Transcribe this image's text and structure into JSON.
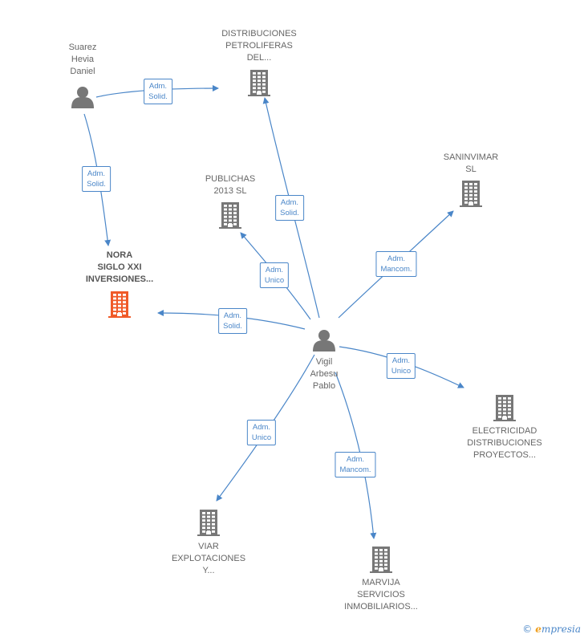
{
  "colors": {
    "edge": "#4a86c8",
    "node": "#777777",
    "focus_node": "#f05a28"
  },
  "icons": {
    "person": "person-icon",
    "company": "building-icon"
  },
  "nodes": [
    {
      "id": "suarez",
      "kind": "person",
      "label": [
        "Suarez",
        "Hevia",
        "Daniel"
      ]
    },
    {
      "id": "vigil",
      "kind": "person",
      "label": [
        "Vigil",
        "Arbesu",
        "Pablo"
      ]
    },
    {
      "id": "distribuciones",
      "kind": "company",
      "label": [
        "DISTRIBUCIONES",
        "PETROLIFERAS",
        "DEL..."
      ]
    },
    {
      "id": "publichas",
      "kind": "company",
      "label": [
        "PUBLICHAS",
        "2013  SL"
      ]
    },
    {
      "id": "saninvimar",
      "kind": "company",
      "label": [
        "SANINVIMAR",
        "SL"
      ]
    },
    {
      "id": "nora",
      "kind": "company",
      "focus": true,
      "label": [
        "NORA",
        "SIGLO XXI",
        "INVERSIONES..."
      ]
    },
    {
      "id": "electricidad",
      "kind": "company",
      "label": [
        "ELECTRICIDAD",
        "DISTRIBUCIONES",
        "PROYECTOS..."
      ]
    },
    {
      "id": "viar",
      "kind": "company",
      "label": [
        "VIAR",
        "EXPLOTACIONES",
        "Y..."
      ]
    },
    {
      "id": "marvija",
      "kind": "company",
      "label": [
        "MARVIJA",
        "SERVICIOS",
        "INMOBILIARIOS..."
      ]
    }
  ],
  "edges": [
    {
      "from": "suarez",
      "to": "distribuciones",
      "label": [
        "Adm.",
        "Solid."
      ]
    },
    {
      "from": "suarez",
      "to": "nora",
      "label": [
        "Adm.",
        "Solid."
      ]
    },
    {
      "from": "vigil",
      "to": "distribuciones",
      "label": [
        "Adm.",
        "Solid."
      ]
    },
    {
      "from": "vigil",
      "to": "publichas",
      "label": [
        "Adm.",
        "Unico"
      ]
    },
    {
      "from": "vigil",
      "to": "saninvimar",
      "label": [
        "Adm.",
        "Mancom."
      ]
    },
    {
      "from": "vigil",
      "to": "nora",
      "label": [
        "Adm.",
        "Solid."
      ]
    },
    {
      "from": "vigil",
      "to": "electricidad",
      "label": [
        "Adm.",
        "Unico"
      ]
    },
    {
      "from": "vigil",
      "to": "viar",
      "label": [
        "Adm.",
        "Unico"
      ]
    },
    {
      "from": "vigil",
      "to": "marvija",
      "label": [
        "Adm.",
        "Mancom."
      ]
    }
  ],
  "footer": {
    "copyright": "©",
    "brand_initial": "e",
    "brand_rest": "mpresia"
  }
}
